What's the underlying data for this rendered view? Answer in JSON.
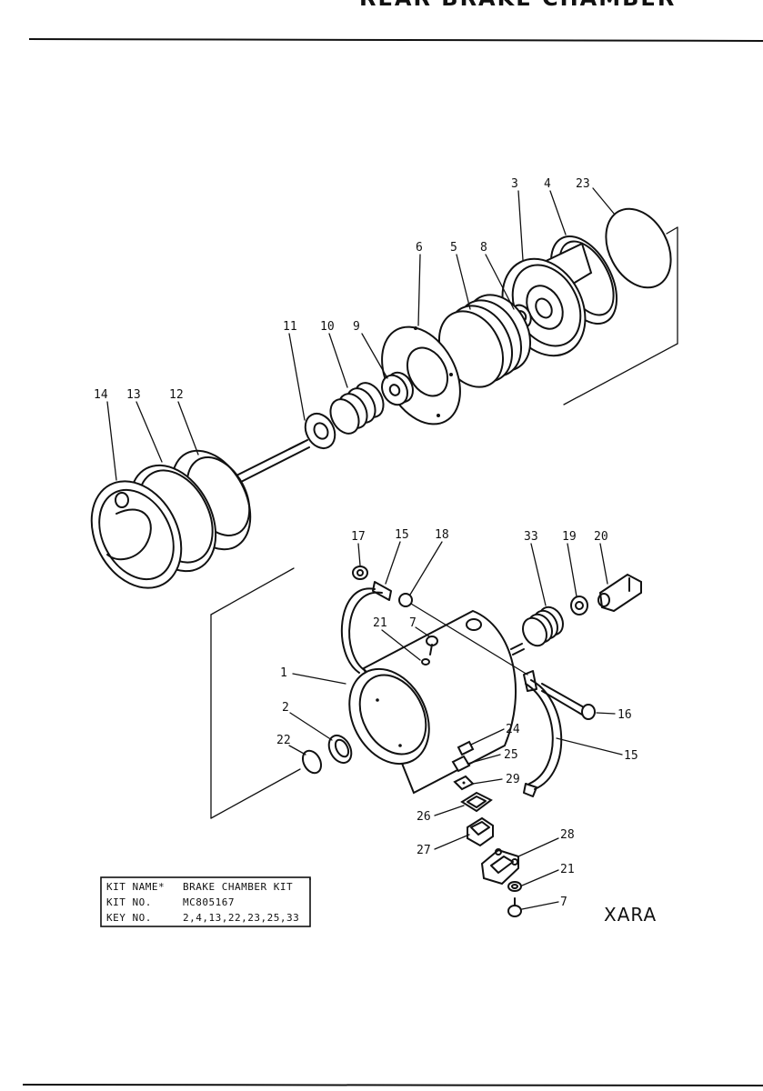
{
  "header": {
    "title_fragment": "REAR BRAKE CHAMBER"
  },
  "callouts": [
    {
      "id": "c3",
      "text": "3"
    },
    {
      "id": "c4",
      "text": "4"
    },
    {
      "id": "c23",
      "text": "23"
    },
    {
      "id": "c6",
      "text": "6"
    },
    {
      "id": "c5",
      "text": "5"
    },
    {
      "id": "c8",
      "text": "8"
    },
    {
      "id": "c11",
      "text": "11"
    },
    {
      "id": "c10",
      "text": "10"
    },
    {
      "id": "c9",
      "text": "9"
    },
    {
      "id": "c14",
      "text": "14"
    },
    {
      "id": "c13",
      "text": "13"
    },
    {
      "id": "c12",
      "text": "12"
    },
    {
      "id": "c17",
      "text": "17"
    },
    {
      "id": "c15a",
      "text": "15"
    },
    {
      "id": "c18",
      "text": "18"
    },
    {
      "id": "c33",
      "text": "33"
    },
    {
      "id": "c19",
      "text": "19"
    },
    {
      "id": "c20",
      "text": "20"
    },
    {
      "id": "c21a",
      "text": "21"
    },
    {
      "id": "c7a",
      "text": "7"
    },
    {
      "id": "c1",
      "text": "1"
    },
    {
      "id": "c2",
      "text": "2"
    },
    {
      "id": "c22",
      "text": "22"
    },
    {
      "id": "c24",
      "text": "24"
    },
    {
      "id": "c25",
      "text": "25"
    },
    {
      "id": "c29",
      "text": "29"
    },
    {
      "id": "c16",
      "text": "16"
    },
    {
      "id": "c15b",
      "text": "15"
    },
    {
      "id": "c26",
      "text": "26"
    },
    {
      "id": "c27",
      "text": "27"
    },
    {
      "id": "c28",
      "text": "28"
    },
    {
      "id": "c21b",
      "text": "21"
    },
    {
      "id": "c7b",
      "text": "7"
    }
  ],
  "kit_table": {
    "rows": [
      {
        "label": "KIT  NAME*",
        "value": "BRAKE CHAMBER KIT"
      },
      {
        "label": "KIT  NO.",
        "value": "MC805167"
      },
      {
        "label": "KEY  NO.",
        "value": "2,4,13,22,23,25,33"
      }
    ]
  },
  "model_code": "XARA"
}
